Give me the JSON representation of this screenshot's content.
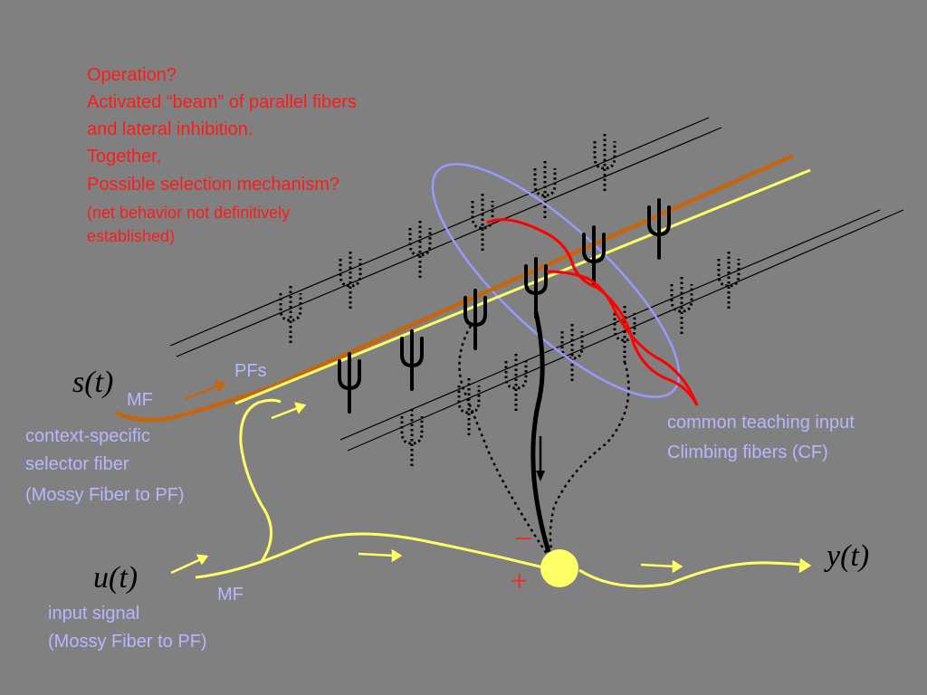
{
  "operation": {
    "heading": "Operation?",
    "line1": "Activated “beam” of parallel fibers",
    "line2": "and lateral inhibition.",
    "line3": "Together,",
    "line4": "Possible selection mechanism?",
    "note1": "(net behavior not definitively",
    "note2": "established)"
  },
  "labels": {
    "pfs": "PFs",
    "mf_top": "MF",
    "mf_bottom": "MF",
    "s_t": "s(t)",
    "u_t": "u(t)",
    "y_t": "y(t)",
    "minus": "–",
    "plus": "+"
  },
  "selector": {
    "line1": "context-specific",
    "line2": "selector fiber",
    "line3": "(Mossy Fiber to  PF)"
  },
  "input": {
    "line1": "input signal",
    "line2": "(Mossy Fiber to PF)"
  },
  "teaching": {
    "line1": "common teaching input",
    "line2": "Climbing fibers (CF)"
  },
  "colors": {
    "background": "#808080",
    "red_text": "#ff1a1a",
    "blue_text": "#b7b7ff",
    "orange_fiber": "#c8640a",
    "yellow_fiber": "#ffff66",
    "purkinje_cell": "#ffff66",
    "climbing_fiber": "#ff0000",
    "beam_ellipse": "#9999ff"
  }
}
